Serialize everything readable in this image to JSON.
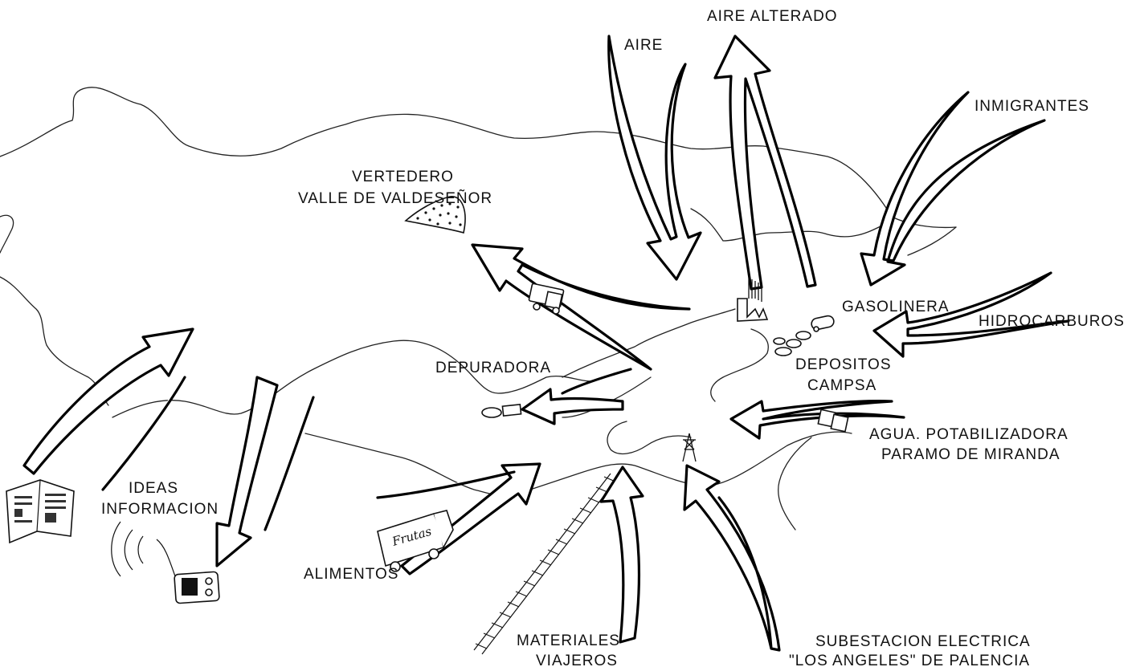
{
  "labels": {
    "aire": "AIRE",
    "aire_alterado": "AIRE ALTERADO",
    "inmigrantes": "INMIGRANTES",
    "vertedero_1": "VERTEDERO",
    "vertedero_2": "VALLE DE VALDESEÑOR",
    "gasolinera": "GASOLINERA",
    "hidrocarburos": "HIDROCARBUROS",
    "depositos_1": "DEPOSITOS",
    "depositos_2": "CAMPSA",
    "depuradora": "DEPURADORA",
    "agua_1": "AGUA. POTABILIZADORA",
    "agua_2": "PARAMO DE MIRANDA",
    "ideas_1": "IDEAS",
    "ideas_2": "INFORMACION",
    "alimentos": "ALIMENTOS",
    "materiales_1": "MATERIALES",
    "materiales_2": "VIAJEROS",
    "subestacion_1": "SUBESTACION ELECTRICA",
    "subestacion_2": "\"LOS ANGELES\" DE PALENCIA",
    "frutas": "Frutas"
  },
  "icons": [
    "landfill-icon",
    "truck-icon",
    "radio-icon",
    "newspaper-icon",
    "fruit-truck-icon",
    "tanks-icon",
    "tanker-icon",
    "pylon-icon",
    "treatment-plant-icon",
    "water-plant-icon",
    "factory-icon",
    "railway-icon"
  ]
}
